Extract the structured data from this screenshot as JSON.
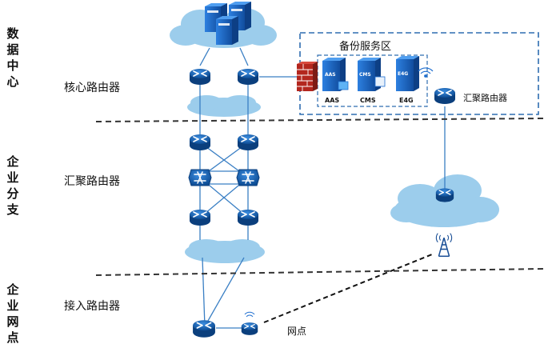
{
  "zones": {
    "data_center": "数\n据\n中\n心",
    "enterprise_branch": "企\n业\n分\n支",
    "enterprise_outlet": "企\n业\n网\n点"
  },
  "tiers": {
    "core_router": "核心路由器",
    "aggregation_router": "汇聚路由器",
    "access_router": "接入路由器"
  },
  "backup_area": {
    "title": "备份服务区",
    "servers": [
      {
        "name": "AAS",
        "tag": "AAS"
      },
      {
        "name": "CMS",
        "tag": "CMS"
      },
      {
        "name": "E4G",
        "tag": "E4G"
      }
    ],
    "router_label": "汇聚路由器"
  },
  "outlet_label": "网点",
  "colors": {
    "router_blue": "#1565b8",
    "cloud_blue": "#8fc8ea",
    "server_blue": "#1f6fd0",
    "dash_border": "#2f6db0",
    "firewall_red": "#c62828",
    "link_blue": "#3a7fc4"
  }
}
